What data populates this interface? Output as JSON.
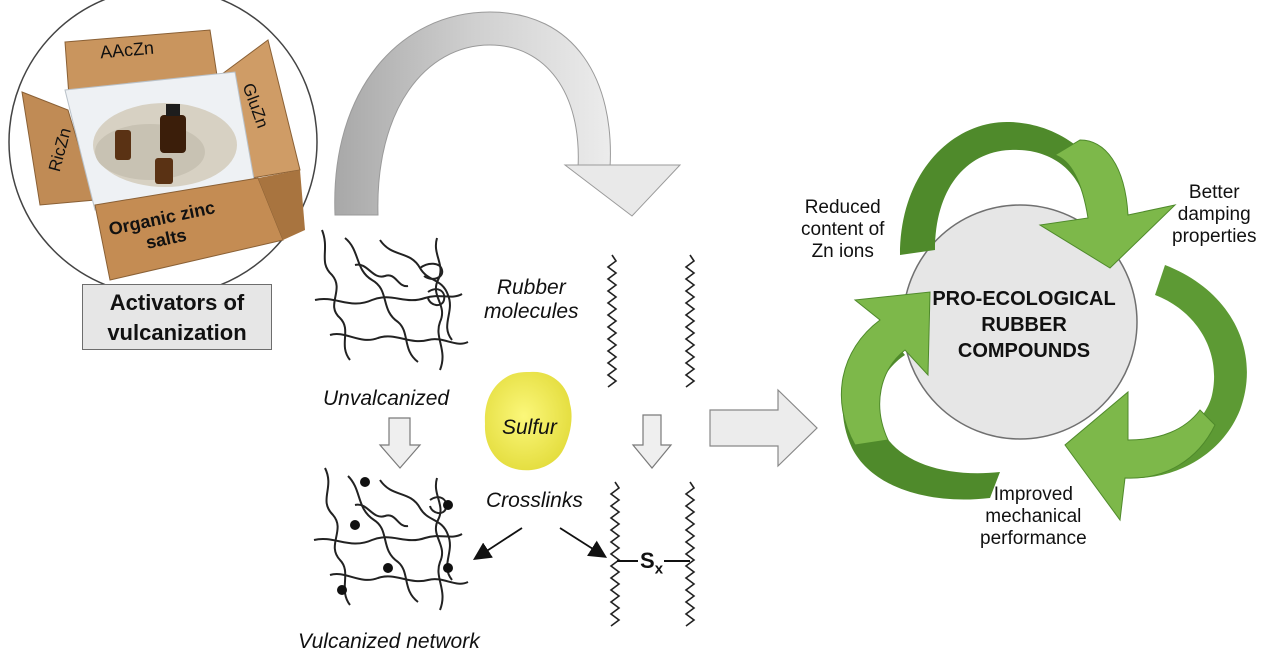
{
  "box": {
    "flap_top": "AAcZn",
    "flap_left": "RicZn",
    "flap_right": "GluZn",
    "front_line1": "Organic zinc",
    "front_line2": "salts"
  },
  "activators": {
    "line1": "Activators of",
    "line2": "vulcanization"
  },
  "labels": {
    "rubber_line1": "Rubber",
    "rubber_line2": "molecules",
    "unvulcanized": "Unvalcanized",
    "sulfur": "Sulfur",
    "crosslinks": "Crosslinks",
    "vulcanized": "Vulcanized network",
    "sx_main": "S",
    "sx_sub": "x"
  },
  "cycle": {
    "center_line1": "PRO-ECOLOGICAL",
    "center_line2": "RUBBER",
    "center_line3": "COMPOUNDS",
    "reduced": [
      "Reduced",
      "content of",
      "Zn ions"
    ],
    "damping": [
      "Better",
      "damping",
      "properties"
    ],
    "mechanical": [
      "Improved",
      "mechanical",
      "performance"
    ]
  },
  "colors": {
    "arrow_light": "#7db84a",
    "arrow_dark": "#4f8a2b",
    "circle_fill": "#e6e6e6",
    "sulfur": "#f1ec58",
    "box": "#c9955e"
  }
}
